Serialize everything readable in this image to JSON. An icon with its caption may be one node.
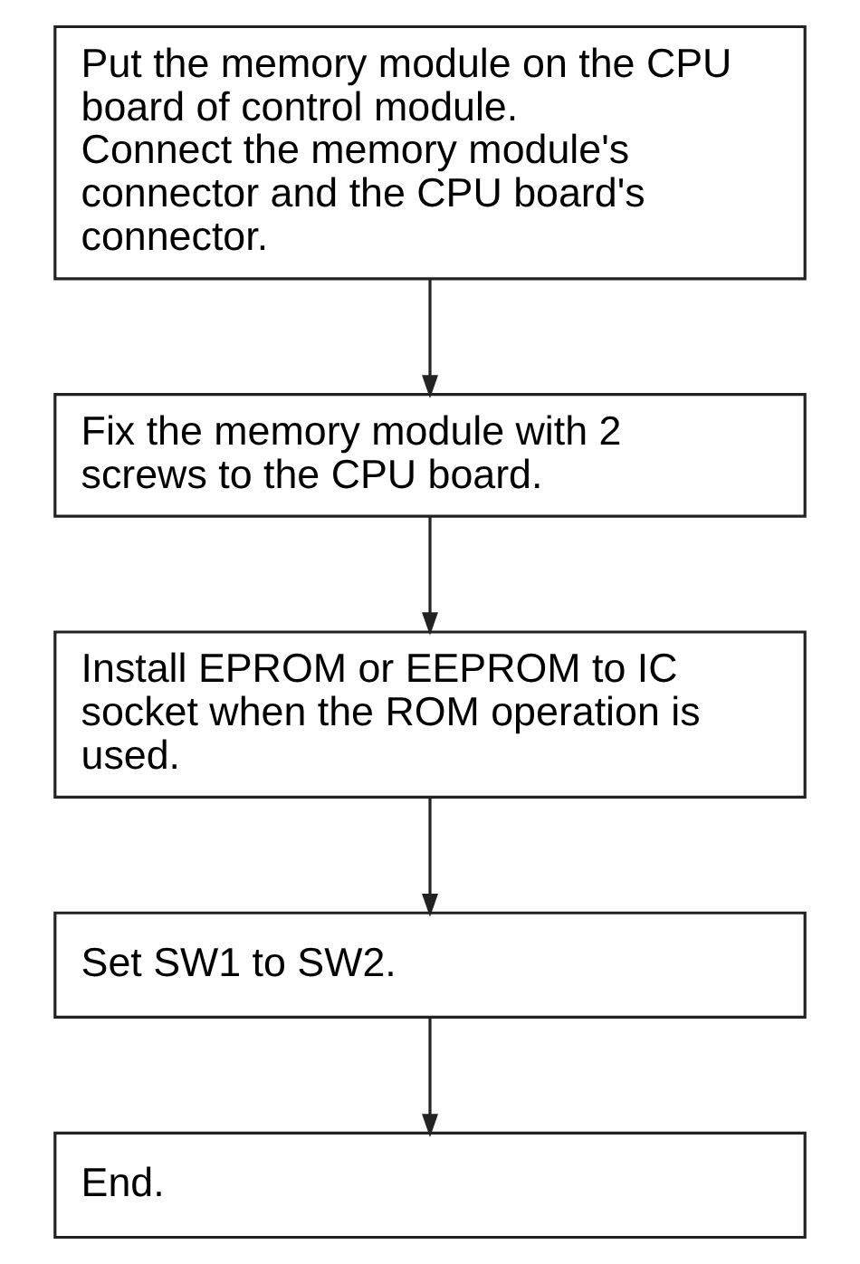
{
  "diagram": {
    "nodes": [
      {
        "text": [
          "Put the memory module on the CPU board of control module.",
          "Connect the memory module's connector and the CPU board's connector."
        ]
      },
      {
        "text": [
          "Fix the memory module with 2 screws to the CPU board."
        ]
      },
      {
        "text": [
          "Install EPROM or EEPROM to IC socket when the ROM operation is used."
        ]
      },
      {
        "text": [
          "Set SW1 to SW2."
        ]
      },
      {
        "text": [
          "End."
        ]
      }
    ],
    "edges": [
      {
        "from": 0,
        "to": 1,
        "arrow": "to"
      },
      {
        "from": 1,
        "to": 2,
        "arrow": "to"
      },
      {
        "from": 2,
        "to": 3,
        "arrow": "to"
      },
      {
        "from": 3,
        "to": 4,
        "arrow": "to"
      }
    ]
  }
}
